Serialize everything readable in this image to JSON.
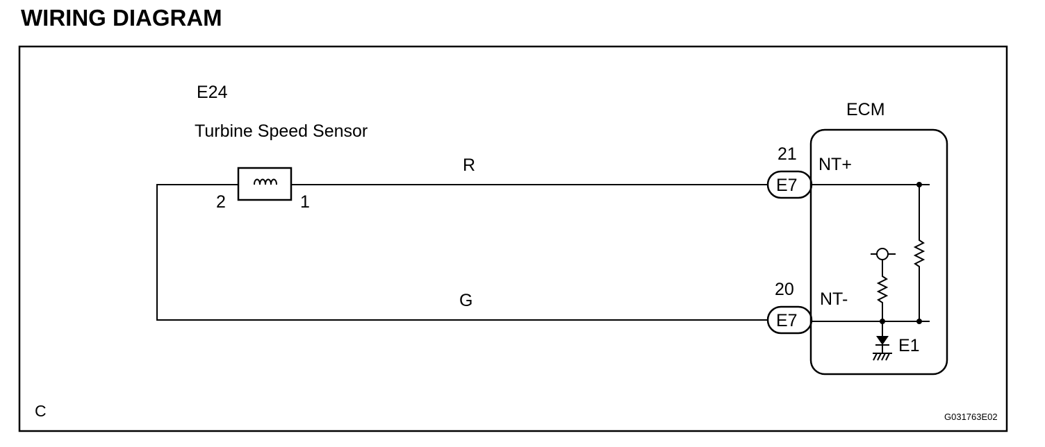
{
  "title": "WIRING DIAGRAM",
  "sensor": {
    "code": "E24",
    "name": "Turbine Speed Sensor",
    "pin_left": "2",
    "pin_right": "1"
  },
  "wires": {
    "top_color": "R",
    "bottom_color": "G"
  },
  "connectors": {
    "top": {
      "label": "E7",
      "pin": "21"
    },
    "bottom": {
      "label": "E7",
      "pin": "20"
    }
  },
  "ecm": {
    "label": "ECM",
    "terminal_plus": "NT+",
    "terminal_minus": "NT-",
    "ground": "E1"
  },
  "footer": {
    "corner": "C",
    "ref_code": "G031763E02"
  },
  "icons": [
    "coil-icon",
    "resistor-icon",
    "diode-icon",
    "ground-icon",
    "power-supply-icon"
  ]
}
